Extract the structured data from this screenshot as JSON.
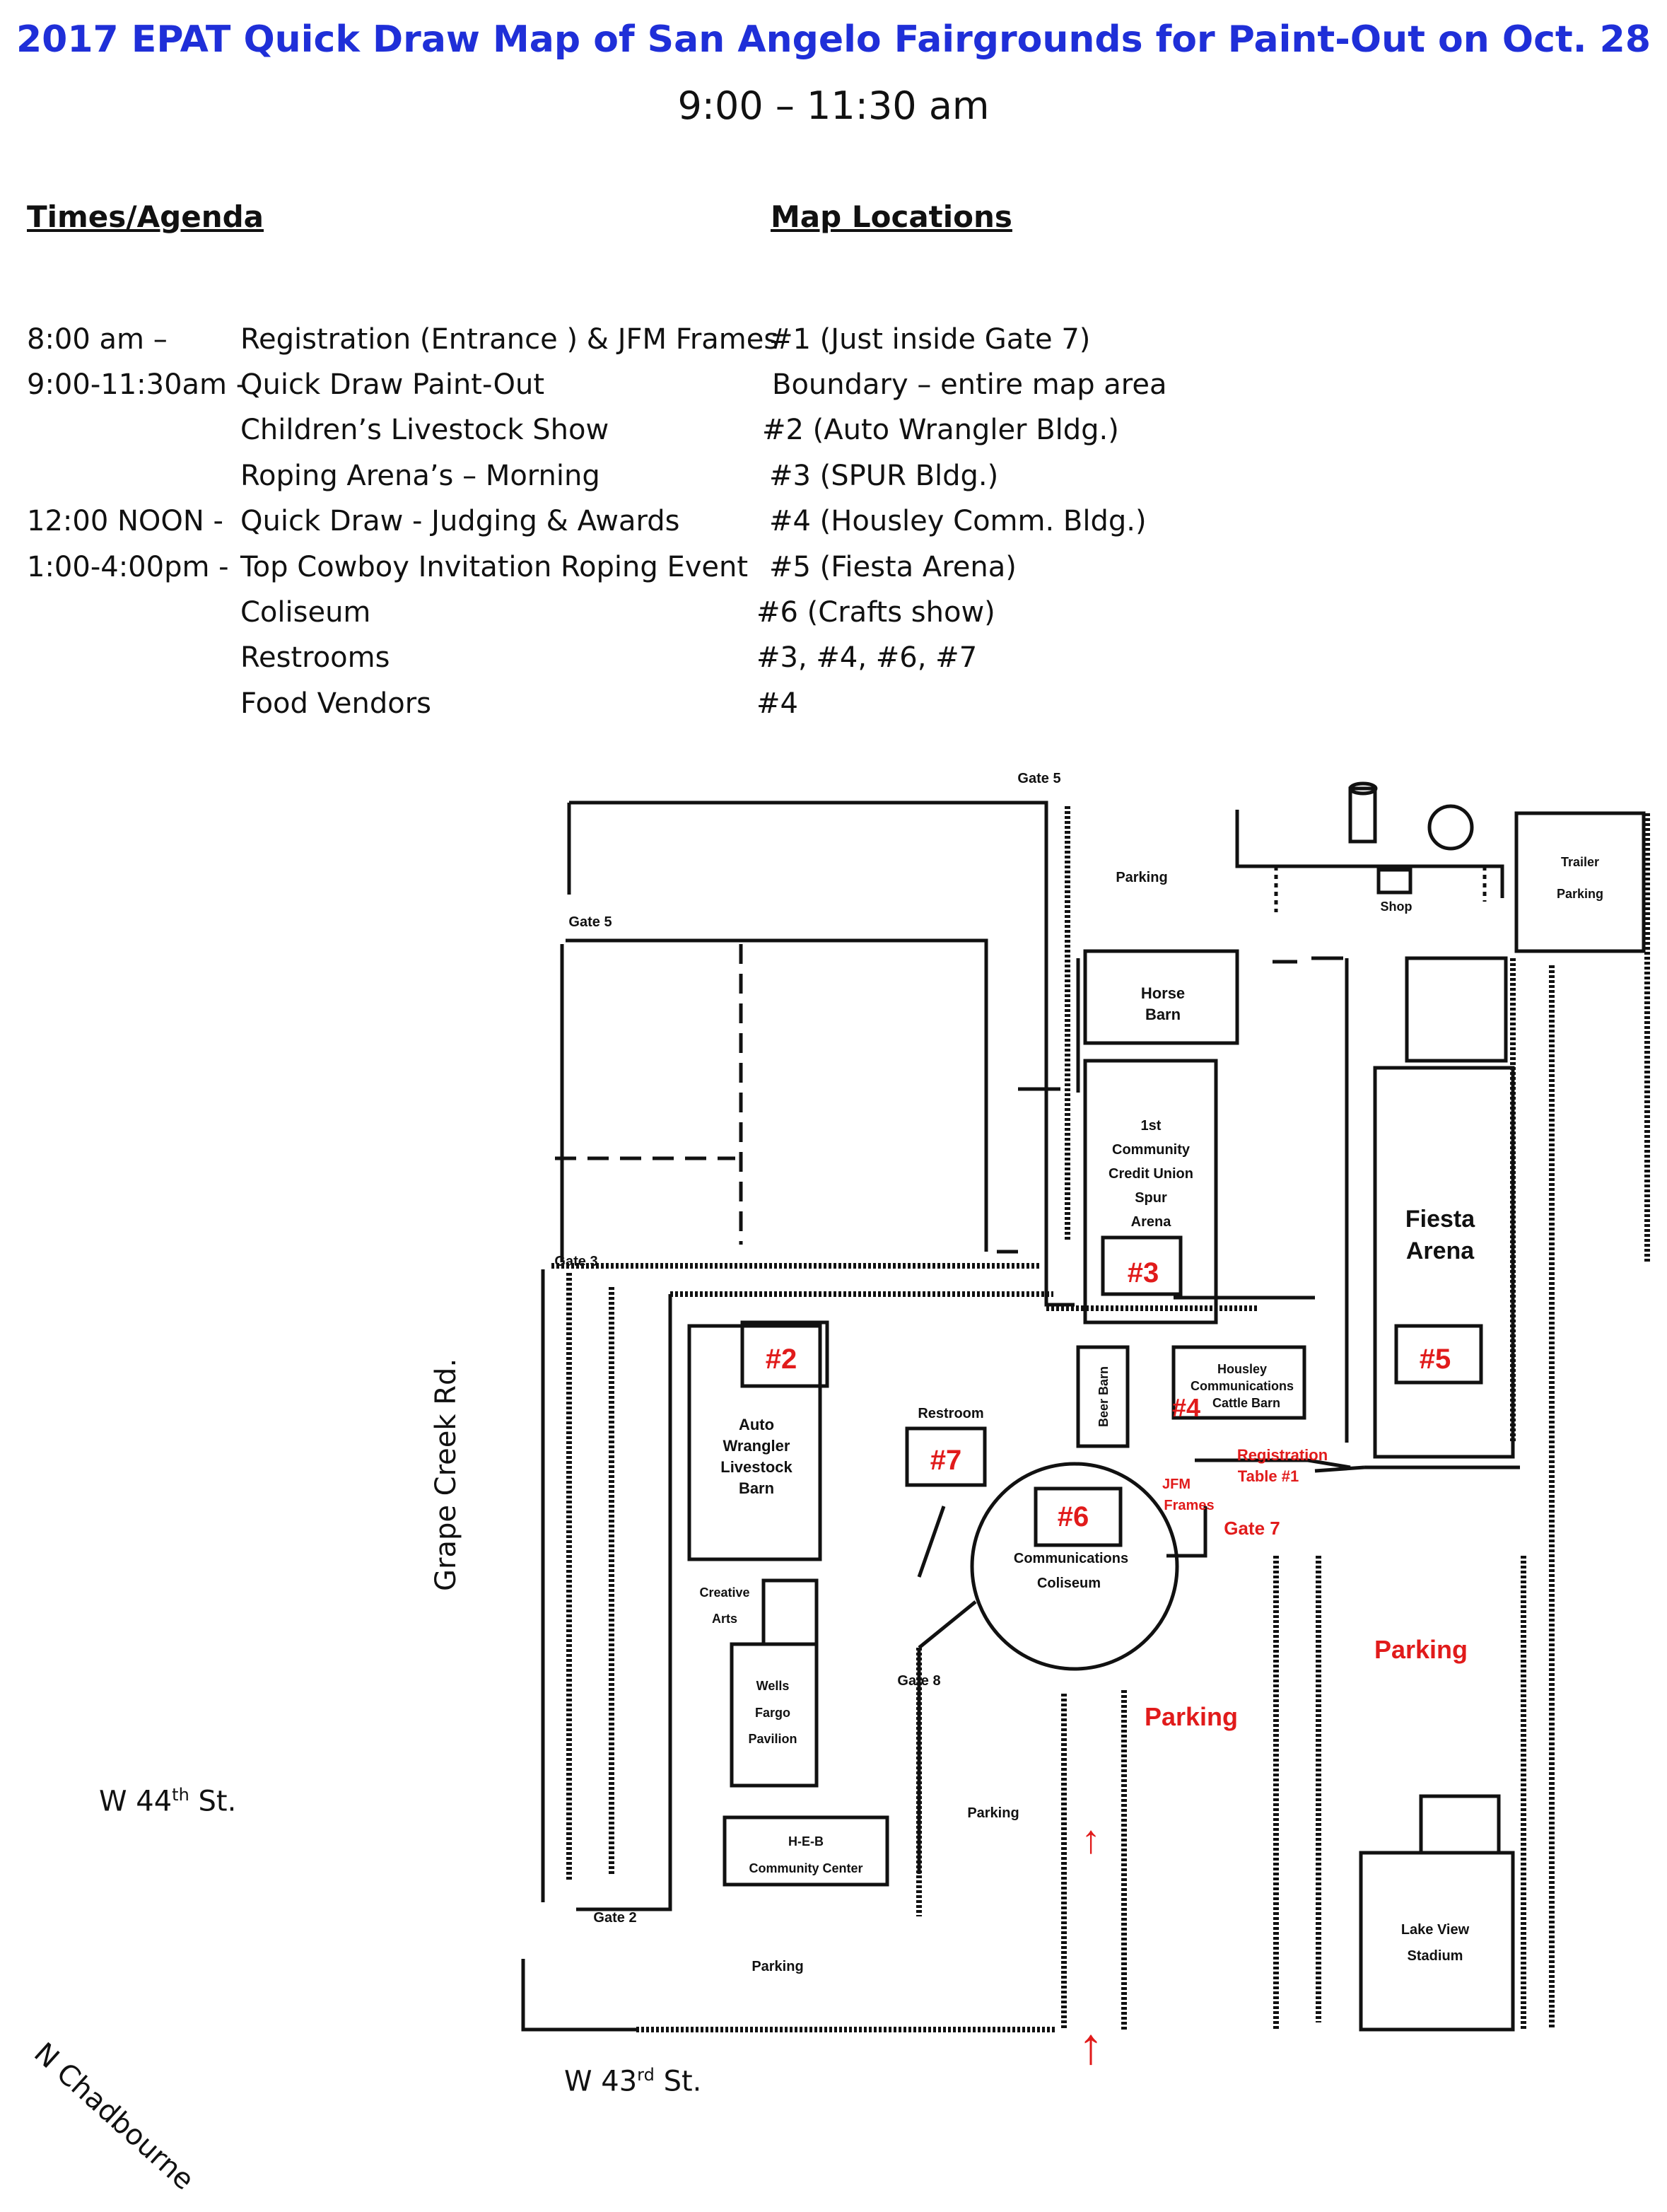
{
  "header": {
    "title": "2017 EPAT Quick Draw Map of San Angelo Fairgrounds for Paint-Out on Oct. 28",
    "subtitle": "9:00 – 11:30 am",
    "col_times": "Times/Agenda",
    "col_map": "Map Locations"
  },
  "agenda": [
    {
      "time": "8:00 am –",
      "item": "Registration (Entrance ) & JFM Frames",
      "loc": "#1   (Just inside Gate 7)"
    },
    {
      "time": "9:00-11:30am -",
      "item": "Quick Draw Paint-Out",
      "loc": "Boundary – entire map area"
    },
    {
      "time": "",
      "item": "Children’s Livestock Show",
      "loc": "#2   (Auto Wrangler Bldg.)"
    },
    {
      "time": "",
      "item": "Roping Arena’s – Morning",
      "loc": "#3   (SPUR Bldg.)"
    },
    {
      "time": "12:00 NOON -",
      "item": "Quick Draw  -  Judging & Awards",
      "loc": "#4   (Housley Comm. Bldg.)"
    },
    {
      "time": "1:00-4:00pm -",
      "item": "Top Cowboy Invitation Roping Event",
      "loc": "#5   (Fiesta Arena)"
    },
    {
      "time": "",
      "item": "Coliseum",
      "loc": "#6   (Crafts show)"
    },
    {
      "time": "",
      "item": "Restrooms",
      "loc": "#3, #4, #6, #7"
    },
    {
      "time": "",
      "item": "Food Vendors",
      "loc": "#4"
    }
  ],
  "map": {
    "gates": {
      "g5_top": "Gate 5",
      "g5_left": "Gate 5",
      "g3": "Gate 3",
      "g8": "Gate 8",
      "g2": "Gate 2",
      "g7": "Gate 7"
    },
    "labels": {
      "parking": "Parking",
      "shop": "Shop",
      "trailer1": "Trailer",
      "trailer2": "Parking",
      "horse1": "Horse",
      "horse2": "Barn",
      "spur1": "1st",
      "spur2": "Community",
      "spur3": "Credit Union",
      "spur4": "Spur",
      "spur5": "Arena",
      "fiesta1": "Fiesta",
      "fiesta2": "Arena",
      "beer": "Beer Barn",
      "housley1": "Housley",
      "housley2": "Communications",
      "housley3": "Cattle Barn",
      "auto1": "Auto",
      "auto2": "Wrangler",
      "auto3": "Livestock",
      "auto4": "Barn",
      "restroom": "Restroom",
      "creative1": "Creative",
      "creative2": "Arts",
      "wells1": "Wells",
      "wells2": "Fargo",
      "wells3": "Pavilion",
      "heb1": "H-E-B",
      "heb2": "Community Center",
      "coliseum1": "Communications",
      "coliseum2": "Coliseum",
      "lakeview1": "Lake View",
      "lakeview2": "Stadium"
    },
    "markers": {
      "m2": "#2",
      "m3": "#3",
      "m4": "#4",
      "m5": "#5",
      "m6": "#6",
      "m7": "#7"
    },
    "red_labels": {
      "reg1": "Registration",
      "reg2": "Table #1",
      "jfm1": "JFM",
      "jfm2": "Frames",
      "parking": "Parking",
      "arrow": "↑"
    },
    "streets": {
      "grape": "Grape Creek Rd.",
      "w44": "W 44",
      "w44_sup": "th",
      "w43": "W 43",
      "w43_sup": "rd",
      "st": " St.",
      "chadbourne": "N Chadbourne"
    },
    "colors": {
      "red": "#e11b1b",
      "blue": "#1f2fd8"
    }
  }
}
